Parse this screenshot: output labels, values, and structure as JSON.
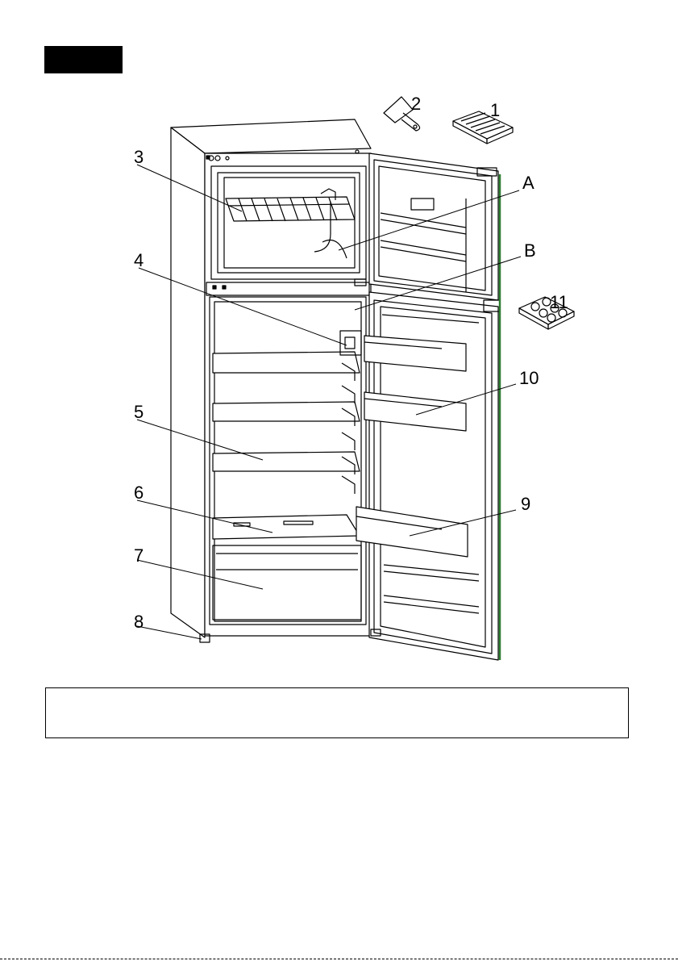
{
  "callouts": {
    "c1": "1",
    "c2": "2",
    "c3": "3",
    "c4": "4",
    "c5": "5",
    "c6": "6",
    "c7": "7",
    "c8": "8",
    "c9": "9",
    "c10": "10",
    "c11": "11",
    "cA": "A",
    "cB": "B"
  },
  "note": {
    "text": ""
  },
  "colors": {
    "tab": "#000000",
    "door_edge": "#2e7d32"
  }
}
